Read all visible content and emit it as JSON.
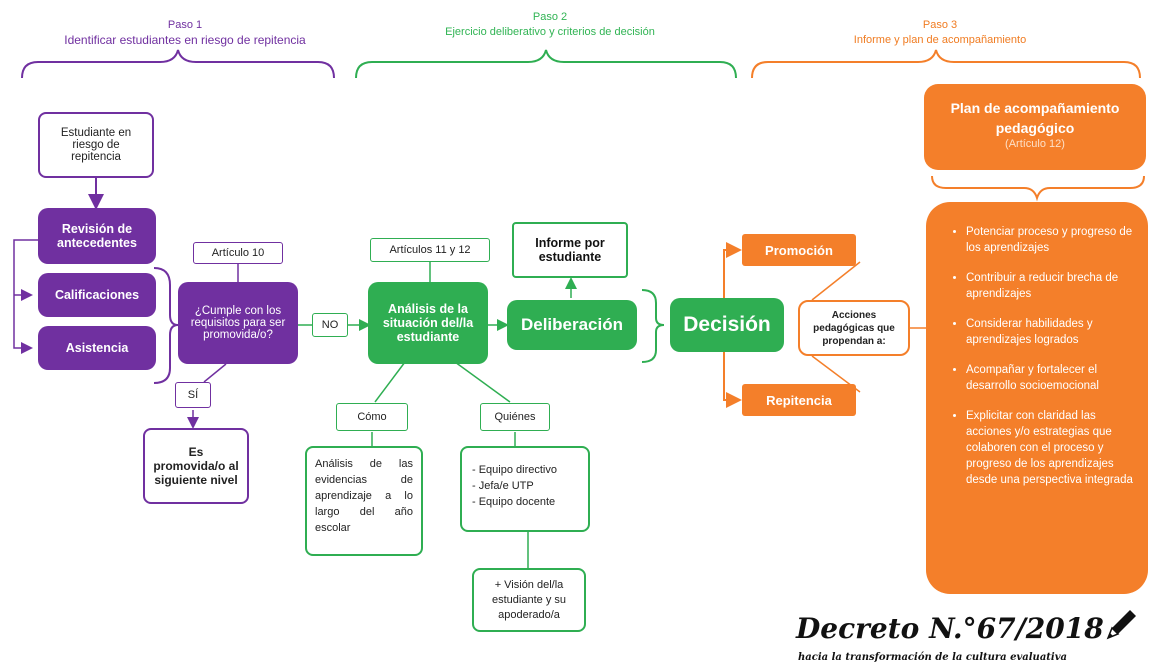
{
  "steps": [
    {
      "title": "Paso 1",
      "subtitle": "Identificar estudiantes en riesgo de repitencia"
    },
    {
      "title": "Paso 2",
      "subtitle": "Ejercicio deliberativo y criterios de decisión"
    },
    {
      "title": "Paso 3",
      "subtitle": "Informe y plan de acompañamiento"
    }
  ],
  "step1": {
    "student_risk": "Estudiante en riesgo de repitencia",
    "review": "Revisión de antecedentes",
    "grades": "Calificaciones",
    "attendance": "Asistencia",
    "article10": "Artículo 10",
    "question": "¿Cumple con los requisitos para ser promovida/o?",
    "yes": "SÍ",
    "promoted": "Es promovida/o al siguiente nivel",
    "no": "NO"
  },
  "step2": {
    "articles": "Artículos 11 y 12",
    "analysis": "Análisis de la situación del/la estudiante",
    "report": "Informe por estudiante",
    "deliberation": "Deliberación",
    "how_label": "Cómo",
    "how_text": "Análisis de las evidencias de aprendizaje a lo largo del año escolar",
    "who_label": "Quiénes",
    "who_items": [
      "- Equipo directivo",
      "- Jefa/e UTP",
      "- Equipo docente"
    ],
    "vision": "+ Visión del/la estudiante y su apoderado/a"
  },
  "step3": {
    "decision": "Decisión",
    "promotion": "Promoción",
    "repetition": "Repitencia",
    "actions_label": "Acciones pedagógicas que propendan a:",
    "plan_title": "Plan de acompañamiento pedagógico",
    "plan_article": "(Artículo 12)",
    "plan_items": [
      "Potenciar proceso y progreso de los aprendizajes",
      "Contribuir a reducir brecha de aprendizajes",
      "Considerar habilidades y aprendizajes logrados",
      "Acompañar y fortalecer el desarrollo socioemocional",
      "Explicitar con claridad las acciones y/o estrategias que colaboren con el proceso y progreso de los aprendizajes desde una perspectiva integrada"
    ]
  },
  "footer": {
    "title": "Decreto N.°67/2018",
    "subtitle": "hacia la transformación de la cultura evaluativa",
    "icon": "pencil-icon"
  },
  "colors": {
    "purple": "#7030a0",
    "green": "#2fae52",
    "orange": "#f47f2a"
  }
}
